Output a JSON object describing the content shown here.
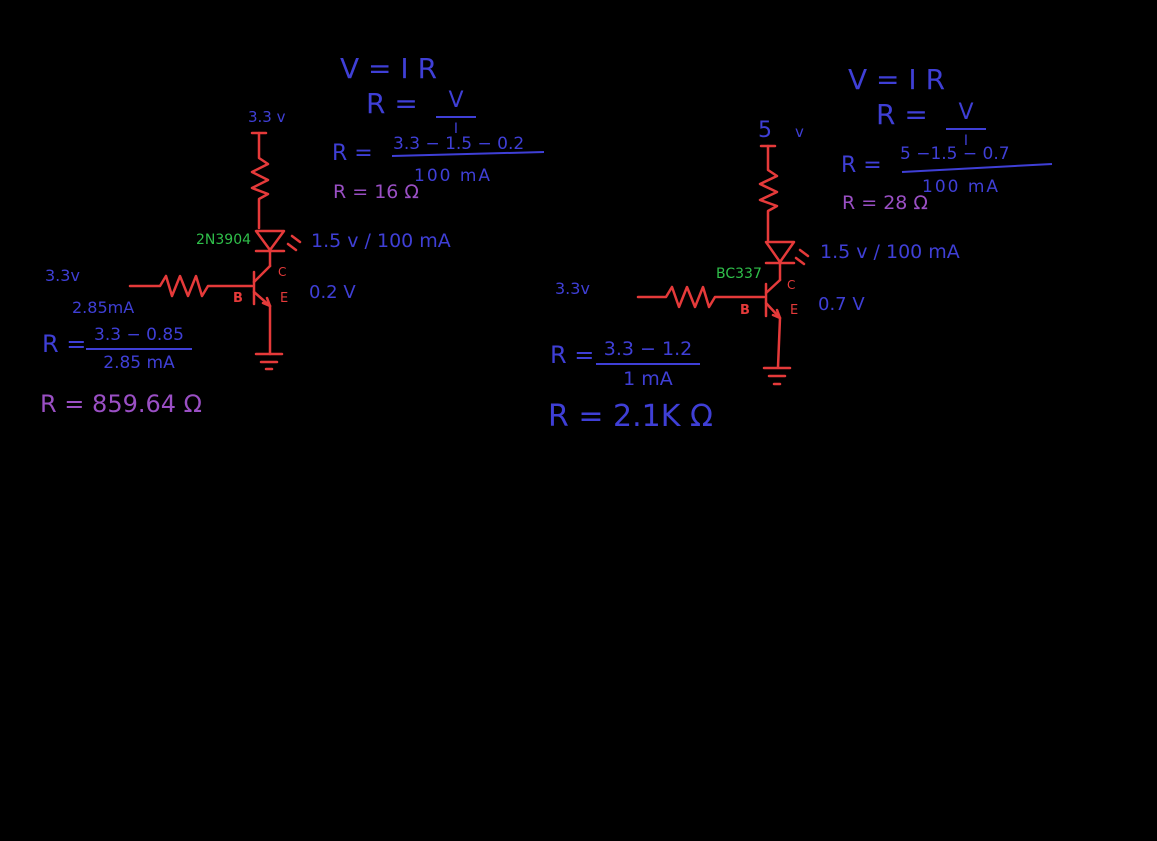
{
  "colors": {
    "wire": "#e53a3a",
    "math": "#3f3fd6",
    "result": "#9a4fc4",
    "part": "#2fbf4a"
  },
  "left": {
    "ohm_law": "V = I R",
    "r_label": "R =",
    "r_num": "V",
    "r_den": "I",
    "supply": "3.3 v",
    "r1_label": "R =",
    "r1_num": "3.3 − 1.5 − 0.2",
    "r1_den": "100 mA",
    "r1_result": "R = 16 Ω",
    "transistor": "2N3904",
    "led_spec": "1.5 v / 100 mA",
    "vce": "0.2 V",
    "base_v": "3.3v",
    "base_i": "2.85mA",
    "rb_label": "R =",
    "rb_num": "3.3 − 0.85",
    "rb_den": "2.85 mA",
    "rb_result": "R = 859.64 Ω",
    "pin_b": "B",
    "pin_c": "C",
    "pin_e": "E"
  },
  "right": {
    "ohm_law": "V = I R",
    "r_label": "R =",
    "r_num": "V",
    "r_den": "I",
    "supply_val": "5",
    "supply_unit": "v",
    "r1_label": "R =",
    "r1_num": "5  −1.5 − 0.7",
    "r1_den": "100 mA",
    "r1_result": "R = 28 Ω",
    "transistor": "BC337",
    "led_spec": "1.5 v / 100 mA",
    "vce": "0.7 V",
    "base_v": "3.3v",
    "rb_label": "R =",
    "rb_num": "3.3 − 1.2",
    "rb_den": "1 mA",
    "rb_result": "R = 2.1K Ω",
    "pin_b": "B",
    "pin_c": "C",
    "pin_e": "E"
  }
}
